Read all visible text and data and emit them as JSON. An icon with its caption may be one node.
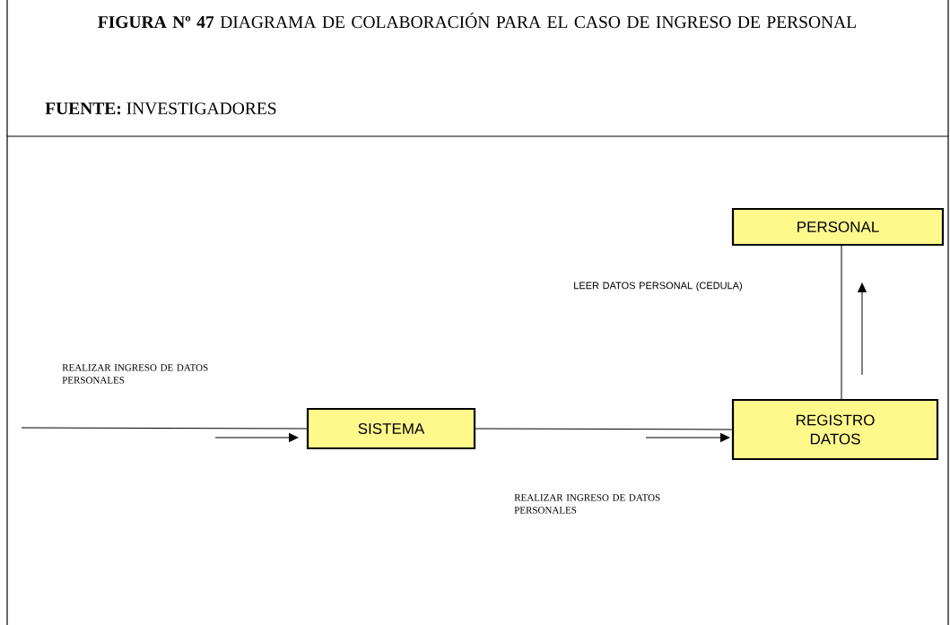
{
  "diagram": {
    "title": "**FIGURA Nº 47** DIAGRAMA DE COLABORACIÓN PARA EL CASO DE INGRESO DE PERSONAL",
    "caption": "**FUENTE:** INVESTIGADORES",
    "nodes": [
      {
        "text": [
          "SISTEMA"
        ]
      },
      {
        "text": [
          "REGISTRO DATOS"
        ]
      },
      {
        "text": [
          "PERSONAL"
        ]
      }
    ],
    "edges": [
      {
        "from": null,
        "to": 0,
        "arrow": "none"
      },
      {
        "from": 0,
        "to": 1,
        "arrow": "none"
      },
      {
        "from": 1,
        "to": 2,
        "arrow": "none"
      }
    ],
    "labels": [
      "LEER DATOS PERSONAL (CEDULA)",
      "REALIZAR INGRESO DE DATOS PERSONALES",
      "REALIZAR INGRESO DE DATOS PERSONALES"
    ]
  }
}
